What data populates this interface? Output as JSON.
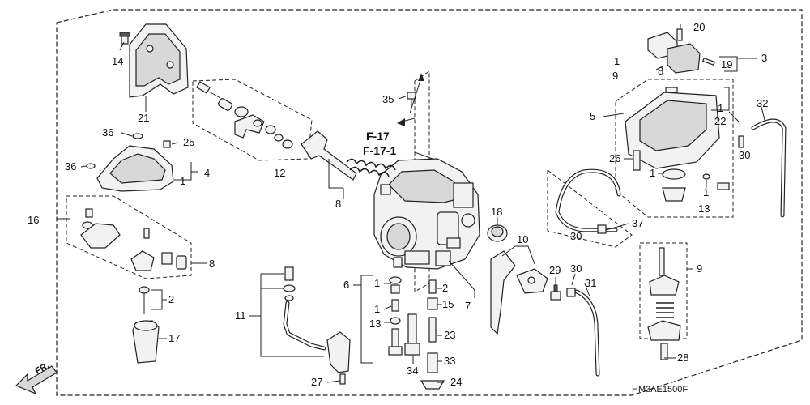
{
  "diagram": {
    "code": "HM3AE1500F",
    "direction_label": "FR.",
    "refs": {
      "ref1": "F-17",
      "ref2": "F-17-1"
    },
    "callouts": {
      "c1a": "1",
      "c1b": "1",
      "c1c": "1",
      "c1d": "1",
      "c1e": "1",
      "c1f": "1",
      "c1g": "1",
      "c2a": "2",
      "c2b": "2",
      "c3": "3",
      "c4": "4",
      "c5": "5",
      "c6": "6",
      "c7": "7",
      "c8a": "8",
      "c8b": "8",
      "c8c": "8",
      "c9a": "9",
      "c9b": "9",
      "c10": "10",
      "c11": "11",
      "c12": "12",
      "c13a": "13",
      "c13b": "13",
      "c14": "14",
      "c15": "15",
      "c16": "16",
      "c17": "17",
      "c18": "18",
      "c19": "19",
      "c20": "20",
      "c21": "21",
      "c22": "22",
      "c23": "23",
      "c24": "24",
      "c25": "25",
      "c26": "26",
      "c27": "27",
      "c28": "28",
      "c29": "29",
      "c30a": "30",
      "c30b": "30",
      "c30c": "30",
      "c31": "31",
      "c32": "32",
      "c33": "33",
      "c34": "34",
      "c35": "35",
      "c36a": "36",
      "c36b": "36",
      "c37": "37"
    }
  }
}
